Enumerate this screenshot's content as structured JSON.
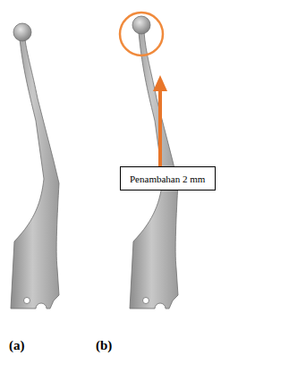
{
  "diagram": {
    "nodes": [
      {
        "text": [
          "Penambahan 2 mm"
        ]
      }
    ],
    "labels": [
      "(a)",
      "(b)"
    ]
  }
}
